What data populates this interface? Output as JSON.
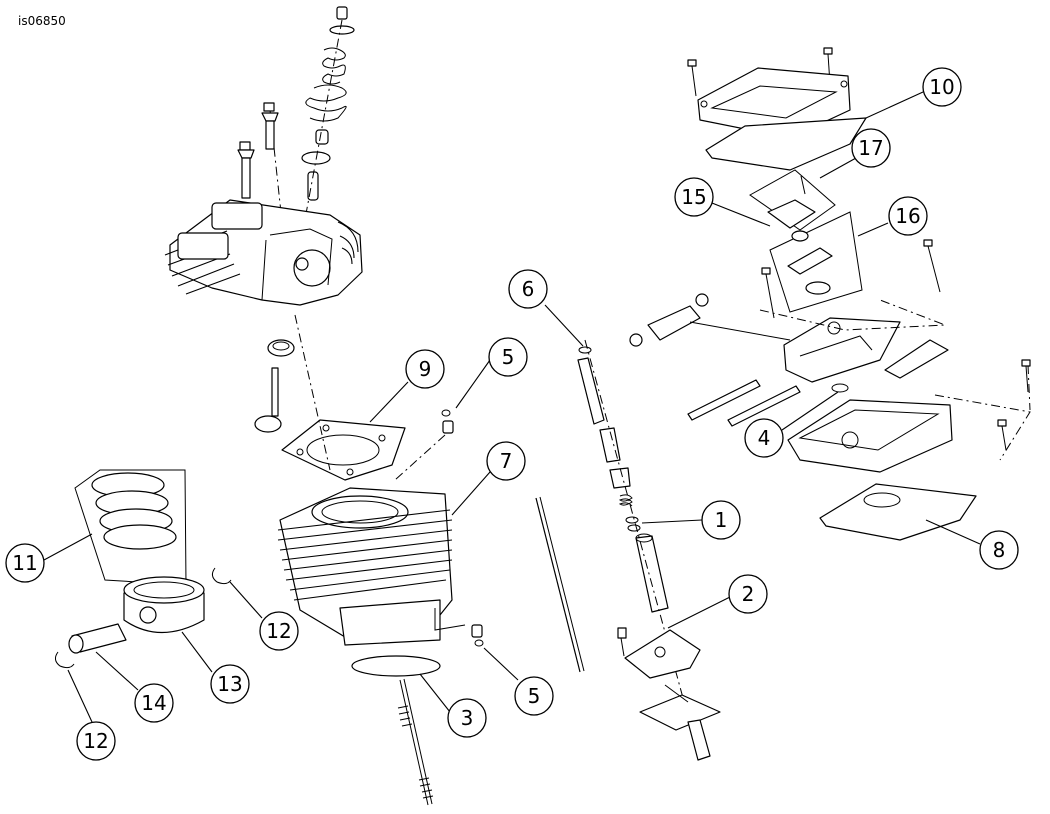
{
  "illustration_id": "is06850",
  "callouts": [
    "1",
    "2",
    "3",
    "4",
    "5",
    "5",
    "6",
    "7",
    "8",
    "9",
    "10",
    "11",
    "12",
    "12",
    "13",
    "14",
    "15",
    "16",
    "17"
  ]
}
